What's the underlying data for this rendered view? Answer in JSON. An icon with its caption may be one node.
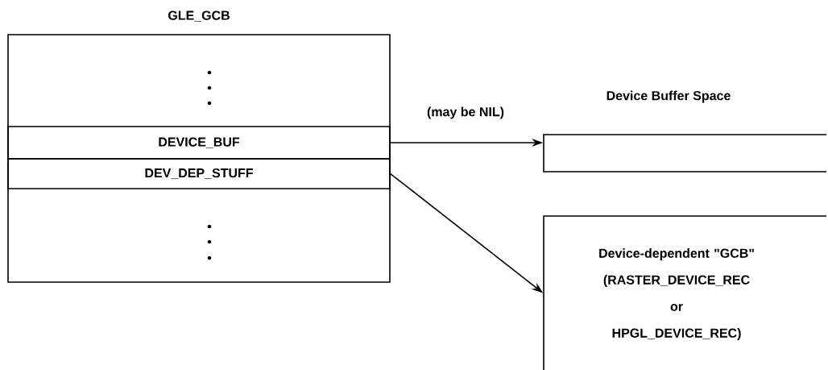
{
  "diagram": {
    "nodes": [
      {
        "text": [
          "GLE_GCB"
        ]
      },
      {
        "text": [
          "DEVICE_BUF"
        ],
        "in": 0
      },
      {
        "text": [
          "DEV_DEP_STUFF"
        ],
        "in": 0
      },
      {
        "text": [
          "Device Buffer Space"
        ]
      },
      {
        "text": [
          "Device-dependent \"GCB\" (RASTER_DEVICE_REC or HPGL_DEVICE_REC)"
        ]
      }
    ],
    "edges": [
      {
        "from": 1,
        "to": 3,
        "arrow": "to",
        "label": "(may be NIL)"
      },
      {
        "from": 2,
        "to": 4,
        "arrow": "to"
      }
    ]
  }
}
